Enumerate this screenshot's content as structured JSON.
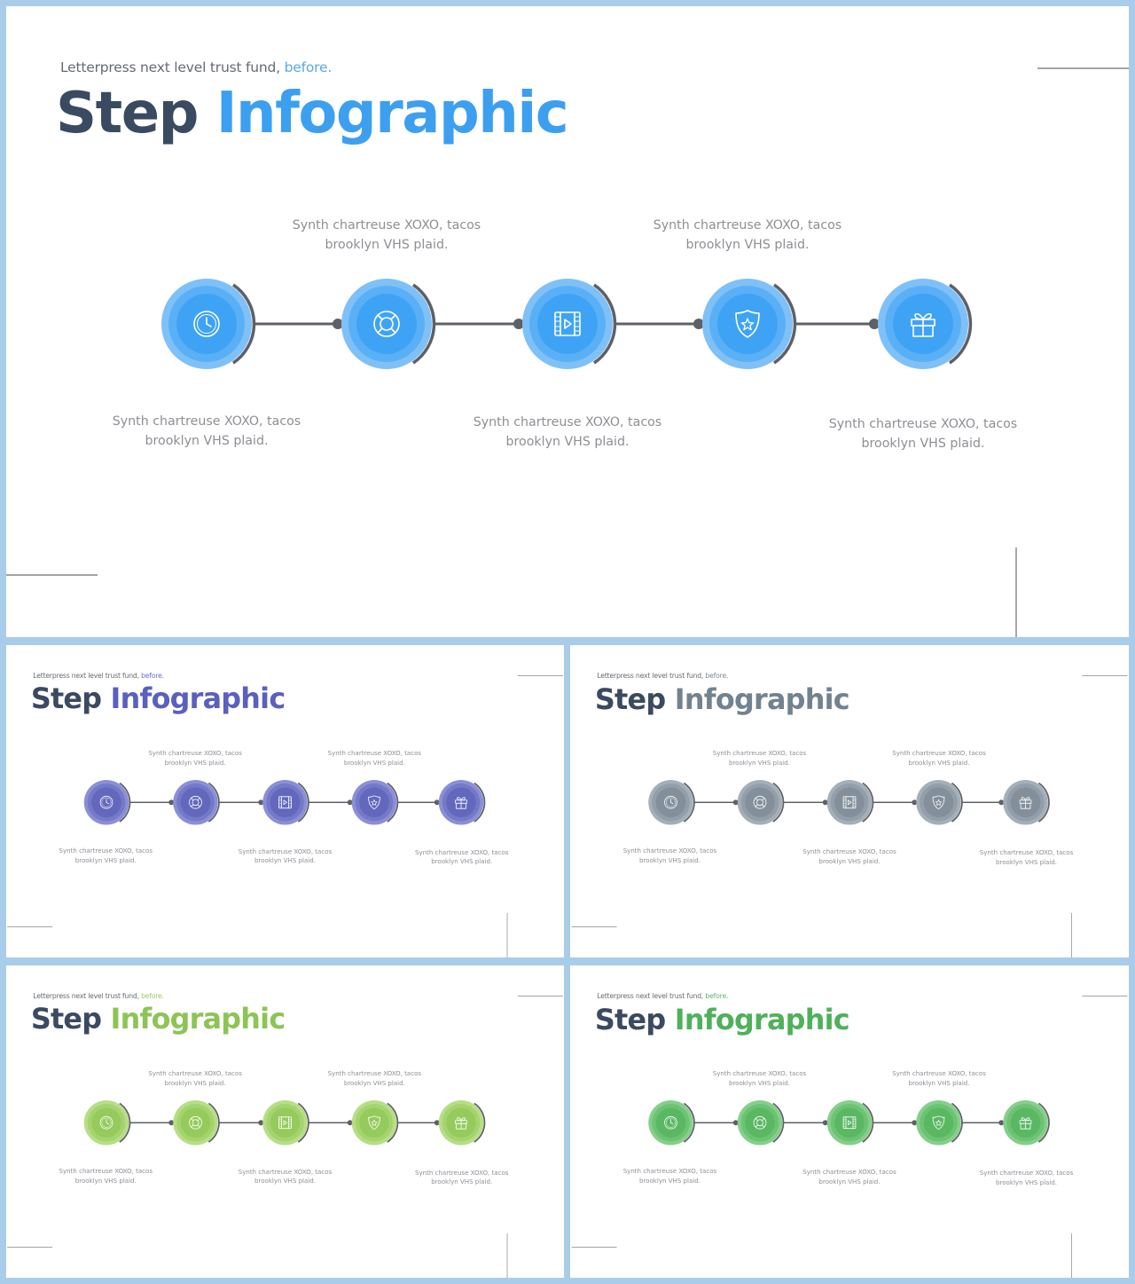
{
  "slides": [
    {
      "name": "slide-blue-large",
      "palette": {
        "outer": "#7fc1f7",
        "mid": "#5ab0f6",
        "inner": "#3fa3f5",
        "title_accent": "#3d9ff0",
        "subtitle_accent": "#5aa7e6"
      },
      "subtitle": "Letterpress next level trust fund,",
      "subtitle_accent": "before.",
      "title_main": "Step",
      "title_accent": "Infographic",
      "steps": [
        {
          "icon": "clock-icon",
          "label_line1": "Synth chartreuse XOXO, tacos",
          "label_line2": "brooklyn VHS plaid."
        },
        {
          "icon": "lifebuoy-icon",
          "label_line1": "Synth chartreuse XOXO, tacos",
          "label_line2": "brooklyn VHS plaid."
        },
        {
          "icon": "film-icon",
          "label_line1": "Synth chartreuse XOXO, tacos",
          "label_line2": "brooklyn VHS plaid."
        },
        {
          "icon": "shield-star-icon",
          "label_line1": "Synth chartreuse XOXO, tacos",
          "label_line2": "brooklyn VHS plaid."
        },
        {
          "icon": "gift-icon",
          "label_line1": "Synth chartreuse XOXO, tacos",
          "label_line2": "brooklyn VHS plaid."
        }
      ]
    },
    {
      "name": "slide-purple",
      "palette": {
        "outer": "#8b8fd6",
        "mid": "#7479c8",
        "inner": "#6368bd",
        "title_accent": "#5a60bd",
        "subtitle_accent": "#6b70c4"
      },
      "subtitle": "Letterpress next level trust fund,",
      "subtitle_accent": "before.",
      "title_main": "Step",
      "title_accent": "Infographic",
      "steps": [
        {
          "icon": "clock-icon",
          "label_line1": "Synth chartreuse XOXO, tacos",
          "label_line2": "brooklyn VHS plaid."
        },
        {
          "icon": "lifebuoy-icon",
          "label_line1": "Synth chartreuse XOXO, tacos",
          "label_line2": "brooklyn VHS plaid."
        },
        {
          "icon": "film-icon",
          "label_line1": "Synth chartreuse XOXO, tacos",
          "label_line2": "brooklyn VHS plaid."
        },
        {
          "icon": "shield-star-icon",
          "label_line1": "Synth chartreuse XOXO, tacos",
          "label_line2": "brooklyn VHS plaid."
        },
        {
          "icon": "gift-icon",
          "label_line1": "Synth chartreuse XOXO, tacos",
          "label_line2": "brooklyn VHS plaid."
        }
      ]
    },
    {
      "name": "slide-grey",
      "palette": {
        "outer": "#a4afb8",
        "mid": "#929ea9",
        "inner": "#83909c",
        "title_accent": "#72828f",
        "subtitle_accent": "#7d8a95"
      },
      "subtitle": "Letterpress next level trust fund,",
      "subtitle_accent": "before.",
      "title_main": "Step",
      "title_accent": "Infographic",
      "steps": [
        {
          "icon": "clock-icon",
          "label_line1": "Synth chartreuse XOXO, tacos",
          "label_line2": "brooklyn VHS plaid."
        },
        {
          "icon": "lifebuoy-icon",
          "label_line1": "Synth chartreuse XOXO, tacos",
          "label_line2": "brooklyn VHS plaid."
        },
        {
          "icon": "film-icon",
          "label_line1": "Synth chartreuse XOXO, tacos",
          "label_line2": "brooklyn VHS plaid."
        },
        {
          "icon": "shield-star-icon",
          "label_line1": "Synth chartreuse XOXO, tacos",
          "label_line2": "brooklyn VHS plaid."
        },
        {
          "icon": "gift-icon",
          "label_line1": "Synth chartreuse XOXO, tacos",
          "label_line2": "brooklyn VHS plaid."
        }
      ]
    },
    {
      "name": "slide-lime",
      "palette": {
        "outer": "#b7de86",
        "mid": "#a5d46f",
        "inner": "#95cb5c",
        "title_accent": "#8dc455",
        "subtitle_accent": "#9acc63"
      },
      "subtitle": "Letterpress next level trust fund,",
      "subtitle_accent": "before.",
      "title_main": "Step",
      "title_accent": "Infographic",
      "steps": [
        {
          "icon": "clock-icon",
          "label_line1": "Synth chartreuse XOXO, tacos",
          "label_line2": "brooklyn VHS plaid."
        },
        {
          "icon": "lifebuoy-icon",
          "label_line1": "Synth chartreuse XOXO, tacos",
          "label_line2": "brooklyn VHS plaid."
        },
        {
          "icon": "film-icon",
          "label_line1": "Synth chartreuse XOXO, tacos",
          "label_line2": "brooklyn VHS plaid."
        },
        {
          "icon": "shield-star-icon",
          "label_line1": "Synth chartreuse XOXO, tacos",
          "label_line2": "brooklyn VHS plaid."
        },
        {
          "icon": "gift-icon",
          "label_line1": "Synth chartreuse XOXO, tacos",
          "label_line2": "brooklyn VHS plaid."
        }
      ]
    },
    {
      "name": "slide-green",
      "palette": {
        "outer": "#85cf8b",
        "mid": "#6cc374",
        "inner": "#5ab863",
        "title_accent": "#4fb15a",
        "subtitle_accent": "#5cb866"
      },
      "subtitle": "Letterpress next level trust fund,",
      "subtitle_accent": "before.",
      "title_main": "Step",
      "title_accent": "Infographic",
      "steps": [
        {
          "icon": "clock-icon",
          "label_line1": "Synth chartreuse XOXO, tacos",
          "label_line2": "brooklyn VHS plaid."
        },
        {
          "icon": "lifebuoy-icon",
          "label_line1": "Synth chartreuse XOXO, tacos",
          "label_line2": "brooklyn VHS plaid."
        },
        {
          "icon": "film-icon",
          "label_line1": "Synth chartreuse XOXO, tacos",
          "label_line2": "brooklyn VHS plaid."
        },
        {
          "icon": "shield-star-icon",
          "label_line1": "Synth chartreuse XOXO, tacos",
          "label_line2": "brooklyn VHS plaid."
        },
        {
          "icon": "gift-icon",
          "label_line1": "Synth chartreuse XOXO, tacos",
          "label_line2": "brooklyn VHS plaid."
        }
      ]
    }
  ]
}
